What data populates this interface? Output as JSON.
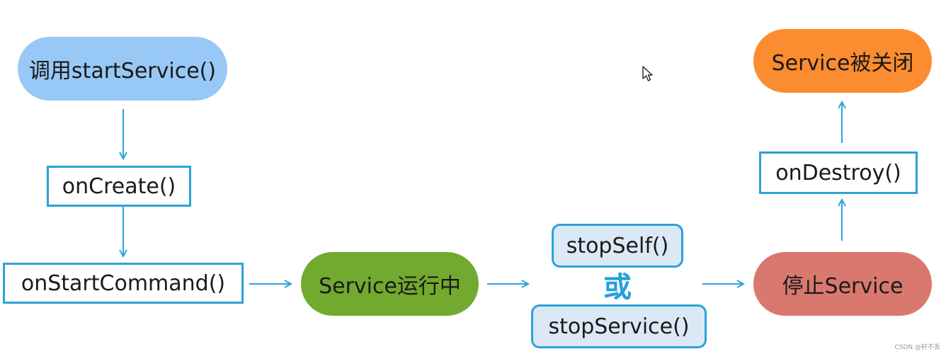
{
  "diagram": {
    "nodes": {
      "start": {
        "label": "调用startService()",
        "color": "#98c8f5"
      },
      "on_create": {
        "label": "onCreate()"
      },
      "on_start_command": {
        "label": "onStartCommand()"
      },
      "running": {
        "label": "Service运行中",
        "color": "#72a92f"
      },
      "stop_self": {
        "label": "stopSelf()"
      },
      "or": {
        "label": "或"
      },
      "stop_service": {
        "label": "stopService()"
      },
      "stopped": {
        "label": "停止Service",
        "color": "#d9786f"
      },
      "on_destroy": {
        "label": "onDestroy()"
      },
      "closed": {
        "label": "Service被关闭",
        "color": "#fb8c30"
      }
    },
    "edges": [
      {
        "from": "start",
        "to": "on_create"
      },
      {
        "from": "on_create",
        "to": "on_start_command"
      },
      {
        "from": "on_start_command",
        "to": "running"
      },
      {
        "from": "running",
        "to": "stop_options"
      },
      {
        "from": "stop_options",
        "to": "stopped"
      },
      {
        "from": "stopped",
        "to": "on_destroy"
      },
      {
        "from": "on_destroy",
        "to": "closed"
      }
    ],
    "arrow_color": "#2aa3d8",
    "border_color": "#2aa3d8"
  },
  "watermark": "CSDN @轩不丢",
  "cursor": {
    "icon": "mouse-pointer-icon"
  }
}
